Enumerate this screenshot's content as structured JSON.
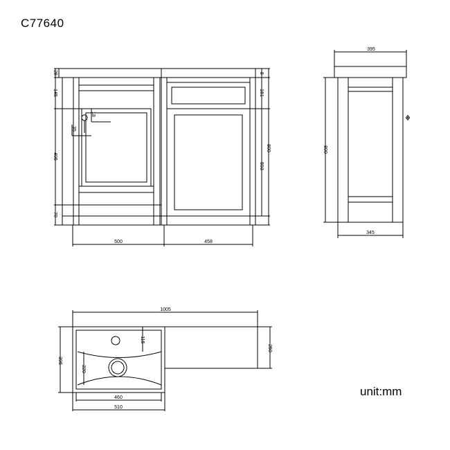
{
  "drawing": {
    "title": "C77640",
    "unit_label": "unit:mm",
    "line_color": "#000000",
    "background": "#ffffff"
  },
  "views": {
    "front": {
      "name": "front-elevation",
      "dimensions_left": [
        "28",
        "145",
        "495",
        "70"
      ],
      "dimensions_right": [
        "8",
        "181",
        "593",
        "800"
      ],
      "dimensions_bottom": [
        "500",
        "458"
      ],
      "dimensions_inner": [
        "35",
        "18"
      ]
    },
    "side": {
      "name": "side-elevation",
      "dimension_top": "395",
      "dimension_left": "800",
      "dimension_bottom": "345"
    },
    "plan": {
      "name": "plan-view",
      "dimension_top": "1005",
      "dimension_left": "395",
      "dimension_right": "250",
      "dimension_inner_right": "115",
      "dimension_inner_left": "220",
      "dimension_bottom_upper": "460",
      "dimension_bottom_lower": "510"
    }
  },
  "labels": {
    "f_l0": "28",
    "f_l1": "145",
    "f_l2": "495",
    "f_l3": "70",
    "f_r0": "8",
    "f_r1": "181",
    "f_r2": "593",
    "f_r3": "800",
    "f_b0": "500",
    "f_b1": "458",
    "f_i0": "35",
    "f_i1": "18",
    "s_t": "395",
    "s_l": "800",
    "s_b": "345",
    "p_t": "1005",
    "p_l": "395",
    "p_r": "250",
    "p_i0": "115",
    "p_i1": "220",
    "p_b0": "460",
    "p_b1": "510"
  }
}
